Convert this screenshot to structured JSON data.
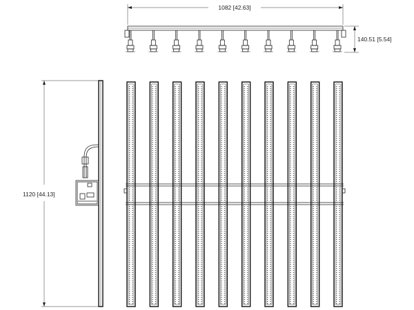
{
  "dimensions": {
    "width": "1082 [42.63]",
    "height": "140.51 [5.54]",
    "length": "1120 [44.13]"
  },
  "fixture": {
    "bar_count": 10
  },
  "colors": {
    "line": "#222222",
    "led": "#555555",
    "background": "#ffffff"
  }
}
